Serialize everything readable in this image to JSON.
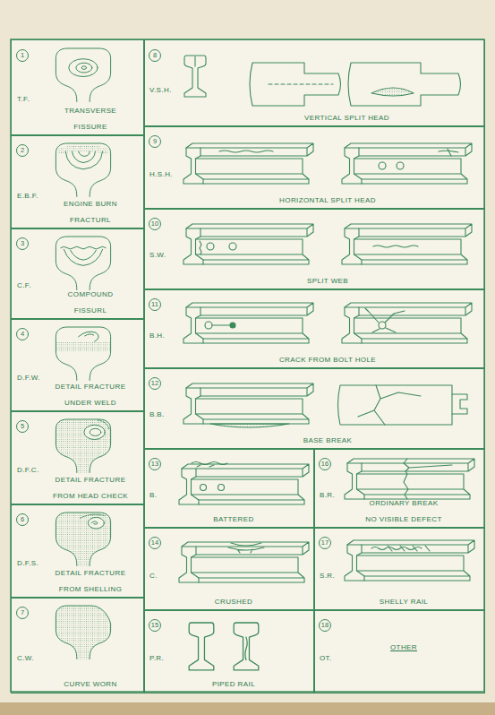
{
  "diagram": {
    "nodes": [
      {
        "text": [
          "1",
          "T.F.",
          "TRANSVERSE FISSURE"
        ]
      },
      {
        "text": [
          "2",
          "E.B.F.",
          "ENGINE BURN FRACTURL"
        ]
      },
      {
        "text": [
          "3",
          "C.F.",
          "COMPOUND FISSURL"
        ]
      },
      {
        "text": [
          "4",
          "D.F.W.",
          "DETAIL FRACTURE UNDER WELD"
        ]
      },
      {
        "text": [
          "5",
          "D.F.C.",
          "DETAIL FRACTURE FROM HEAD CHECK"
        ]
      },
      {
        "text": [
          "6",
          "D.F.S.",
          "DETAIL FRACTURE FROM SHELLING"
        ]
      },
      {
        "text": [
          "7",
          "C.W.",
          "CURVE WORN"
        ]
      },
      {
        "text": [
          "8",
          "V.S.H.",
          "VERTICAL SPLIT HEAD"
        ]
      },
      {
        "text": [
          "9",
          "H.S.H.",
          "HORIZONTAL SPLIT HEAD"
        ]
      },
      {
        "text": [
          "10",
          "S.W.",
          "SPLIT WEB"
        ]
      },
      {
        "text": [
          "11",
          "B.H.",
          "CRACK FROM BOLT HOLE"
        ]
      },
      {
        "text": [
          "12",
          "B.B.",
          "BASE BREAK"
        ]
      },
      {
        "text": [
          "13",
          "B.",
          "BATTERED"
        ]
      },
      {
        "text": [
          "14",
          "C.",
          "CRUSHED"
        ]
      },
      {
        "text": [
          "15",
          "P.R.",
          "PIPED RAIL"
        ]
      },
      {
        "text": [
          "16",
          "B.R.",
          "ORDINARY BREAK NO VISIBLE DEFECT"
        ]
      },
      {
        "text": [
          "17",
          "S.R.",
          "SHELLY RAIL"
        ]
      },
      {
        "text": [
          "18",
          "OT.",
          "OTHER"
        ]
      }
    ]
  }
}
